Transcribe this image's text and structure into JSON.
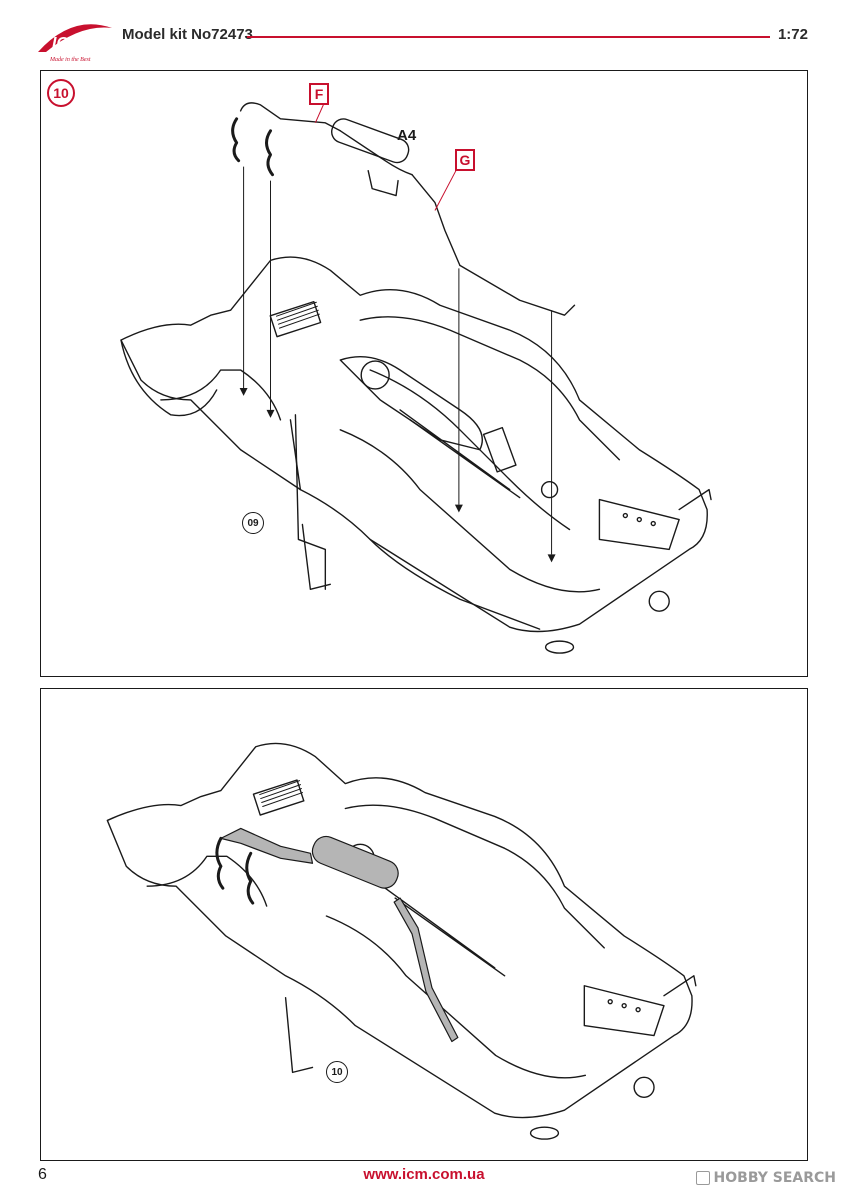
{
  "header": {
    "logo_text": "ICM",
    "logo_tagline": "Made in the Best",
    "title": "Model kit No72473",
    "scale": "1:72"
  },
  "step_top": {
    "step_number": "10",
    "callouts": [
      "F",
      "G"
    ],
    "part_label": "A4",
    "reference": "09"
  },
  "step_bottom": {
    "reference": "10"
  },
  "footer": {
    "page_number": "6",
    "website": "www.icm.com.ua",
    "watermark": "HOBBY SEARCH"
  },
  "colors": {
    "accent": "#c8102e",
    "line": "#1a1a1a",
    "highlight_part": "#b5b5b5"
  }
}
